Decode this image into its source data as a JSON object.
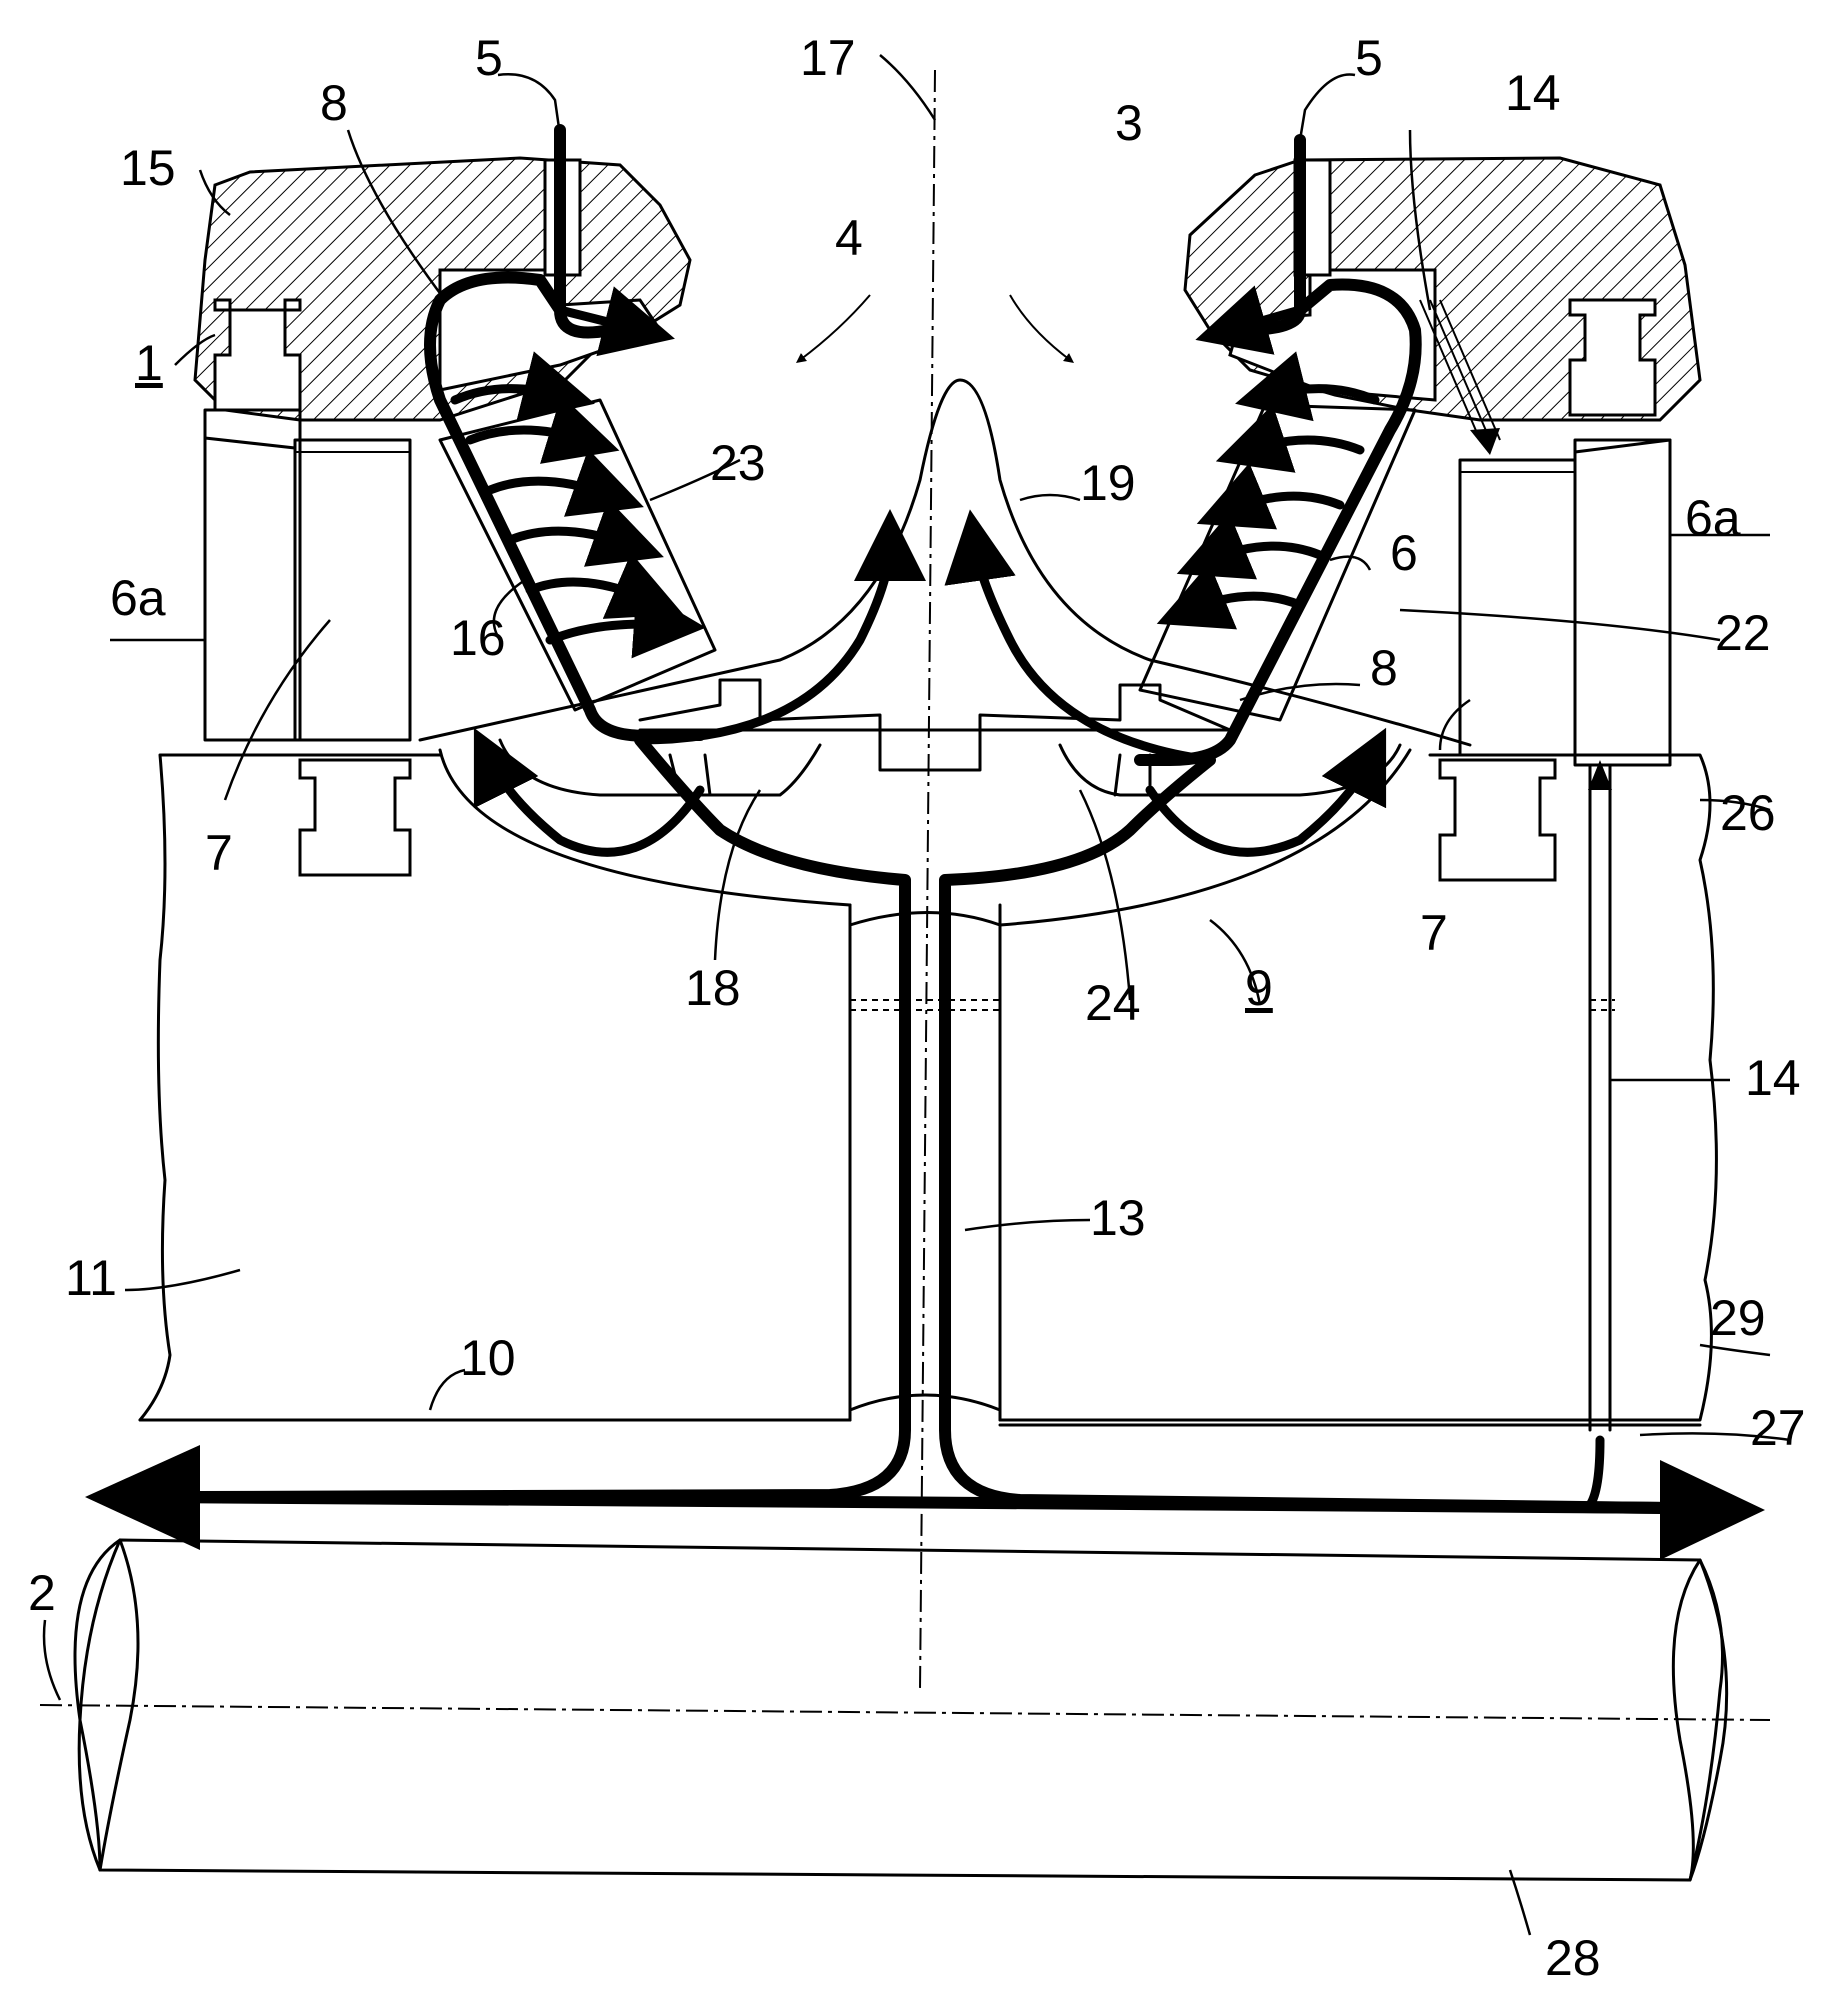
{
  "figure": {
    "labels": {
      "l1": "1",
      "l2": "2",
      "l3": "3",
      "l4": "4",
      "l5a": "5",
      "l5b": "5",
      "l6": "6",
      "l6a_left": "6a",
      "l6a_right": "6a",
      "l7_left": "7",
      "l7_right": "7",
      "l8_left": "8",
      "l8_right": "8",
      "l9": "9",
      "l10": "10",
      "l11": "11",
      "l13": "13",
      "l14_top": "14",
      "l14_right": "14",
      "l15": "15",
      "l16": "16",
      "l17": "17",
      "l18": "18",
      "l19": "19",
      "l22": "22",
      "l23": "23",
      "l24": "24",
      "l26": "26",
      "l27": "27",
      "l28": "28",
      "l29": "29"
    }
  }
}
